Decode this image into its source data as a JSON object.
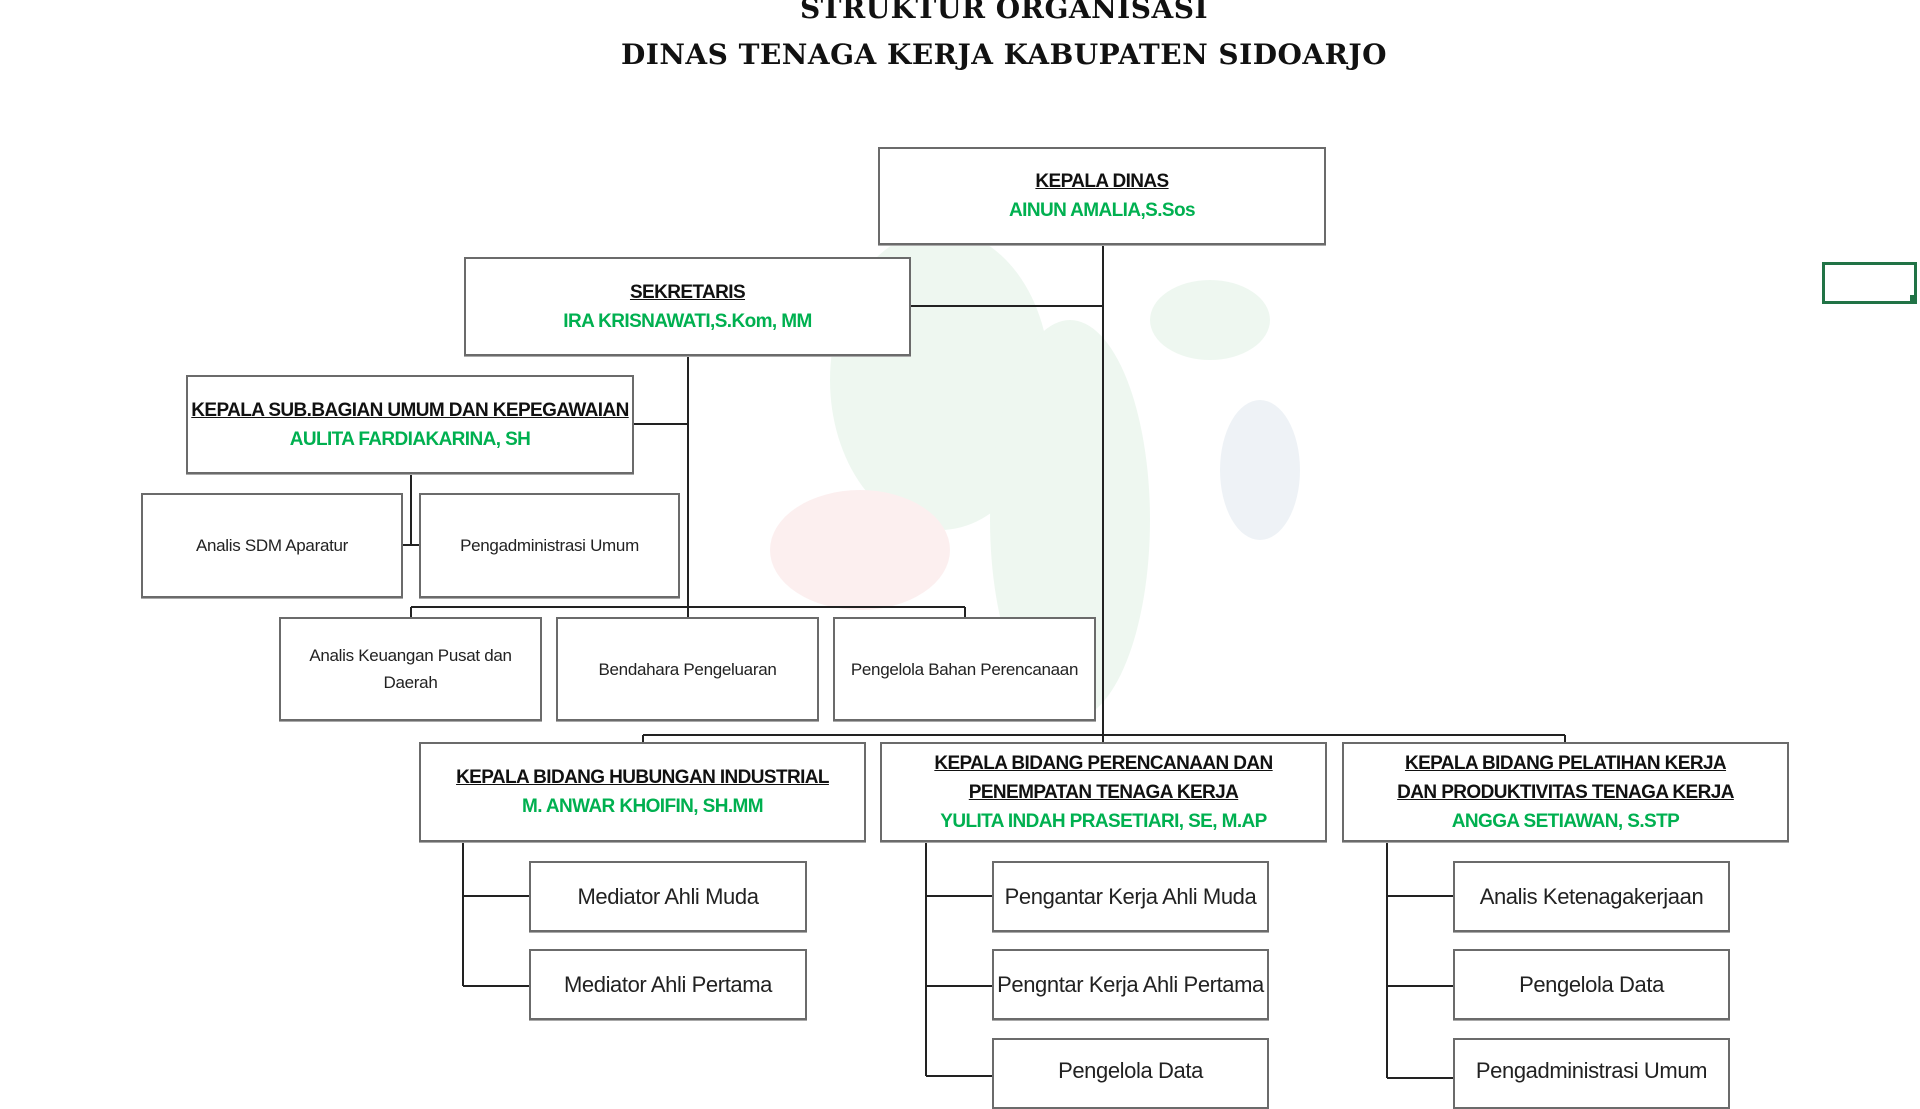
{
  "title": {
    "line1": "STRUKTUR ORGANISASI",
    "line2": "DINAS TENAGA KERJA KABUPATEN SIDOARJO"
  },
  "colors": {
    "name_green": "#00b050",
    "selection_green": "#217346"
  },
  "kepala_dinas": {
    "title": "KEPALA DINAS",
    "name": "AINUN AMALIA,S.Sos"
  },
  "sekretaris": {
    "title": "SEKRETARIS",
    "name": "IRA KRISNAWATI,S.Kom, MM"
  },
  "kasubag": {
    "title": "KEPALA SUB.BAGIAN UMUM DAN KEPEGAWAIAN",
    "name": "AULITA FARDIAKARINA, SH"
  },
  "kasubag_staff": [
    "Analis SDM Aparatur",
    "Pengadministrasi Umum"
  ],
  "sekretariat_staff": [
    "Analis Keuangan Pusat dan Daerah",
    "Bendahara Pengeluaran",
    "Pengelola Bahan Perencanaan"
  ],
  "bidang": [
    {
      "title": "KEPALA BIDANG HUBUNGAN INDUSTRIAL",
      "name": "M. ANWAR KHOIFIN, SH.MM",
      "staff": [
        "Mediator Ahli Muda",
        "Mediator Ahli Pertama"
      ]
    },
    {
      "title": "KEPALA BIDANG PERENCANAAN DAN PENEMPATAN TENAGA KERJA",
      "name": "YULITA INDAH PRASETIARI, SE, M.AP",
      "staff": [
        "Pengantar Kerja Ahli Muda",
        "Pengntar Kerja Ahli Pertama",
        "Pengelola Data"
      ]
    },
    {
      "title": "KEPALA BIDANG PELATIHAN KERJA DAN PRODUKTIVITAS TENAGA KERJA",
      "name": "ANGGA SETIAWAN, S.STP",
      "staff": [
        "Analis Ketenagakerjaan",
        "Pengelola Data",
        "Pengadministrasi Umum"
      ]
    }
  ]
}
